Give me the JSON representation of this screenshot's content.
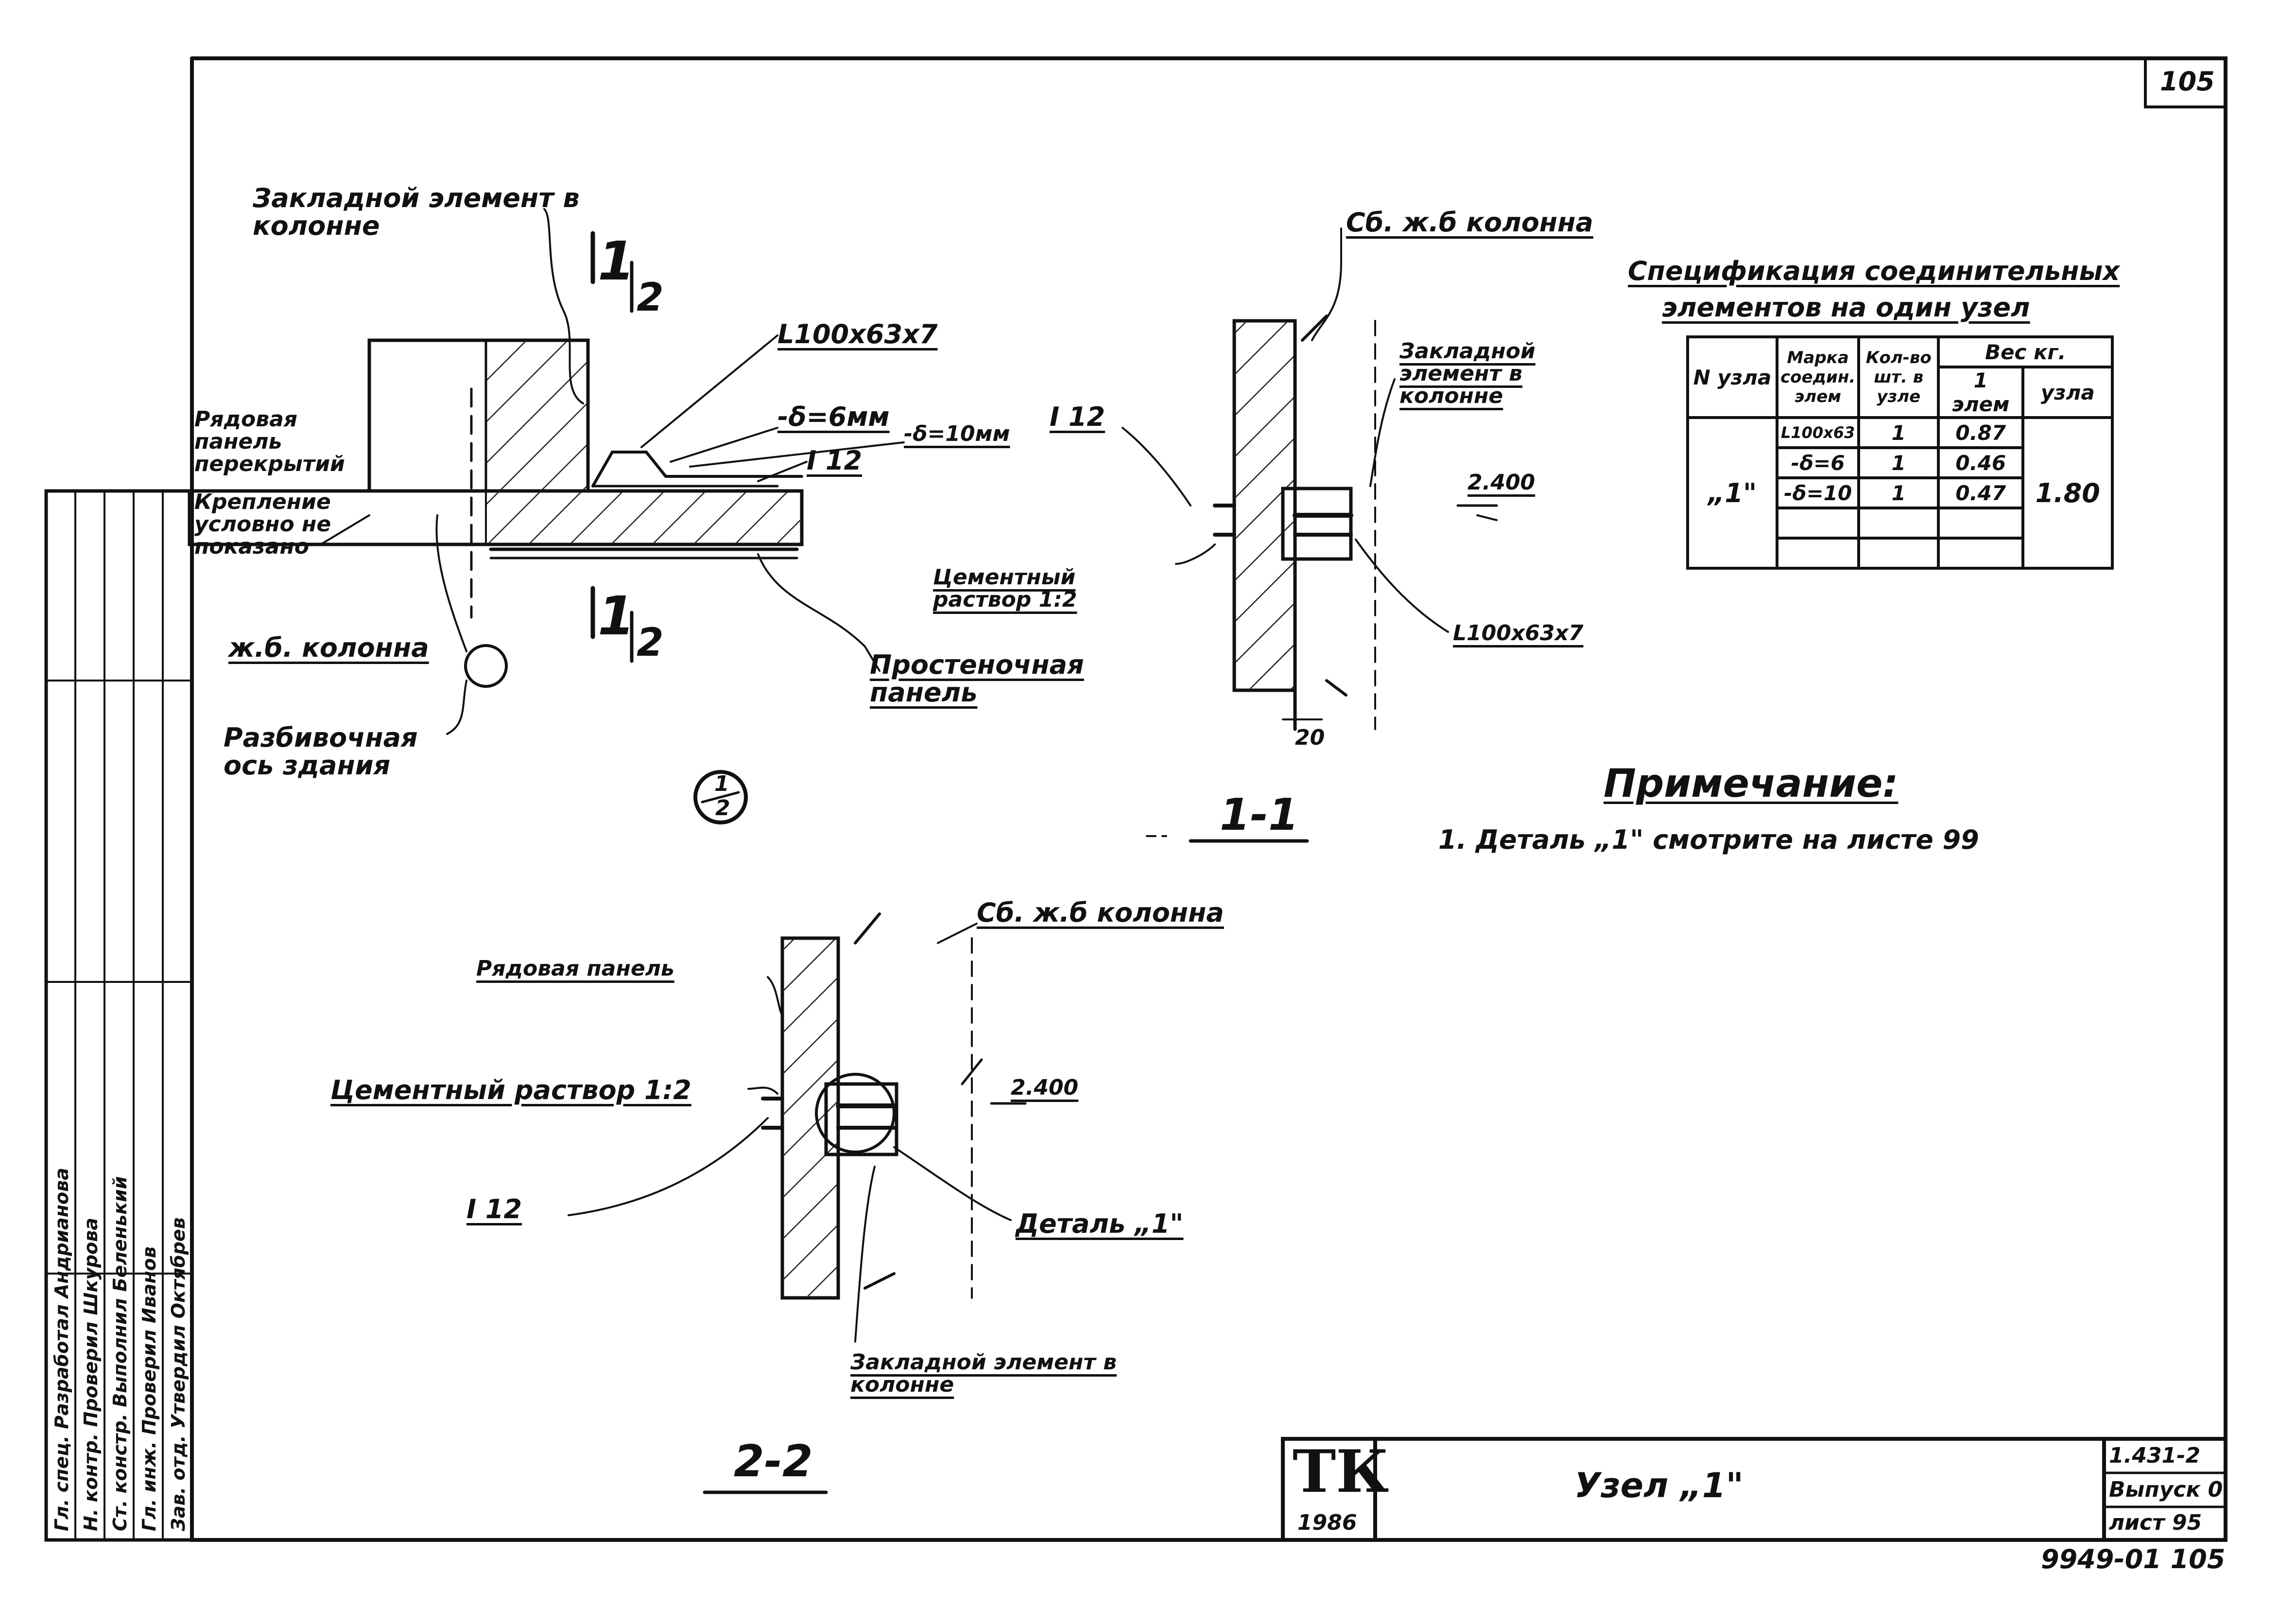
{
  "sheet": {
    "page_corner": "105",
    "stamp_logo": "ТК",
    "stamp_year": "1986",
    "title": "Узел „1\"",
    "series": "1.431-2",
    "issue": "Выпуск 0",
    "sheet_no": "лист 95",
    "archive_no": "9949-01",
    "archive_page": "105"
  },
  "plan": {
    "embedded_label": "Закладной элемент в колонне",
    "section_mark_1": "1",
    "section_mark_2": "2",
    "angle_label": "L100x63x7",
    "plate6_label": "-δ=6мм",
    "plate10_label": "-δ=10мм",
    "beam_label": "I 12",
    "row_panel_label": "Рядовая панель перекрытий",
    "fastening_label": "Крепление условно не показано",
    "column_label": "ж.б. колонна",
    "axis_label": "Разбивочная ось здания",
    "pier_panel_label": "Простеночная панель",
    "callout_number": "1",
    "callout_sheet": "2"
  },
  "section11": {
    "title": "1-1",
    "column_label": "Сб. ж.б колонна",
    "embedded_label": "Закладной элемент в колонне",
    "beam_label": "I 12",
    "mortar_label": "Цементный раствор 1:2",
    "elevation": "2.400",
    "angle_label": "L100x63x7",
    "dim_20": "20"
  },
  "section22": {
    "title": "2-2",
    "column_label": "Сб. ж.б колонна",
    "panel_label": "Рядовая панель",
    "mortar_label": "Цементный раствор 1:2",
    "beam_label": "I 12",
    "elevation": "2.400",
    "detail_label": "Деталь „1\"",
    "embedded_label": "Закладной элемент в колонне"
  },
  "spec": {
    "title_line1": "Спецификация соединительных",
    "title_line2": "элементов на один узел",
    "headers": {
      "node_no": "N узла",
      "mark": "Марка соедин. элем",
      "qty": "Кол-во шт. в узле",
      "weight": "Вес кг.",
      "per_elem": "1 элем",
      "per_node": "узла"
    },
    "node": "„1\"",
    "rows": [
      {
        "mark": "L100x63",
        "qty": "1",
        "weight": "0.87"
      },
      {
        "mark": "-δ=6",
        "qty": "1",
        "weight": "0.46"
      },
      {
        "mark": "-δ=10",
        "qty": "1",
        "weight": "0.47"
      }
    ],
    "node_total": "1.80"
  },
  "notes": {
    "heading": "Примечание:",
    "line1": "1. Деталь „1\" смотрите на листе 99"
  },
  "side_stamp": {
    "rows": [
      "Гл. спец. Разработал Андрианова",
      "Н. контр. Проверил Шкурова",
      "Ст. констр. Выполнил Беленький",
      "Гл. инж. Проверил Иванов",
      "Зав. отд. Утвердил Октябрев"
    ]
  }
}
